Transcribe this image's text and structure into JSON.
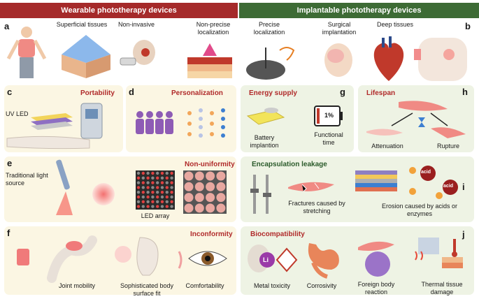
{
  "header": {
    "left_title": "Wearable phototherapy devices",
    "right_title": "Implantable phototherapy devices"
  },
  "panel_letters": {
    "a": "a",
    "b": "b",
    "c": "c",
    "d": "d",
    "e": "e",
    "f": "f",
    "g": "g",
    "h": "h",
    "i": "i",
    "j": "j"
  },
  "top_row": {
    "superficial": "Superficial tissues",
    "noninvasive": "Non-invasive",
    "nonprecise": "Non-precise localization",
    "precise": "Precise localization",
    "surgical": "Surgical implantation",
    "deep": "Deep tissues"
  },
  "panel_c": {
    "title": "Portability",
    "uv_led": "UV LED"
  },
  "panel_d": {
    "title": "Personalization"
  },
  "panel_g": {
    "title": "Energy supply",
    "battery": "Battery implantion",
    "functional": "Functional time",
    "percent": "1%"
  },
  "panel_h": {
    "title": "Lifespan",
    "attenuation": "Attenuation",
    "rupture": "Rupture"
  },
  "panel_e": {
    "title": "Non-uniformity",
    "traditional": "Traditional light source",
    "led_array": "LED array"
  },
  "panel_i": {
    "title": "Encapsulation leakage",
    "fractures": "Fractures caused by stretching",
    "erosion": "Erosion caused by acids or enzymes",
    "acid": "acid"
  },
  "panel_f": {
    "title": "Inconformity",
    "joint": "Joint mobility",
    "body_fit": "Sophisticated body surface fit",
    "comfort": "Comfortability"
  },
  "panel_j": {
    "title": "Biocompatibility",
    "metal": "Metal toxicity",
    "corrosivity": "Corrosivity",
    "foreign": "Foreign body reaction",
    "thermal": "Thermal tissue damage",
    "li": "Li"
  },
  "colors": {
    "red_header": "#a52a2a",
    "green_header": "#3d6b35",
    "panel_yellow": "#fbf6e3",
    "panel_green": "#eef3e4",
    "title_red": "#b02a2a"
  }
}
